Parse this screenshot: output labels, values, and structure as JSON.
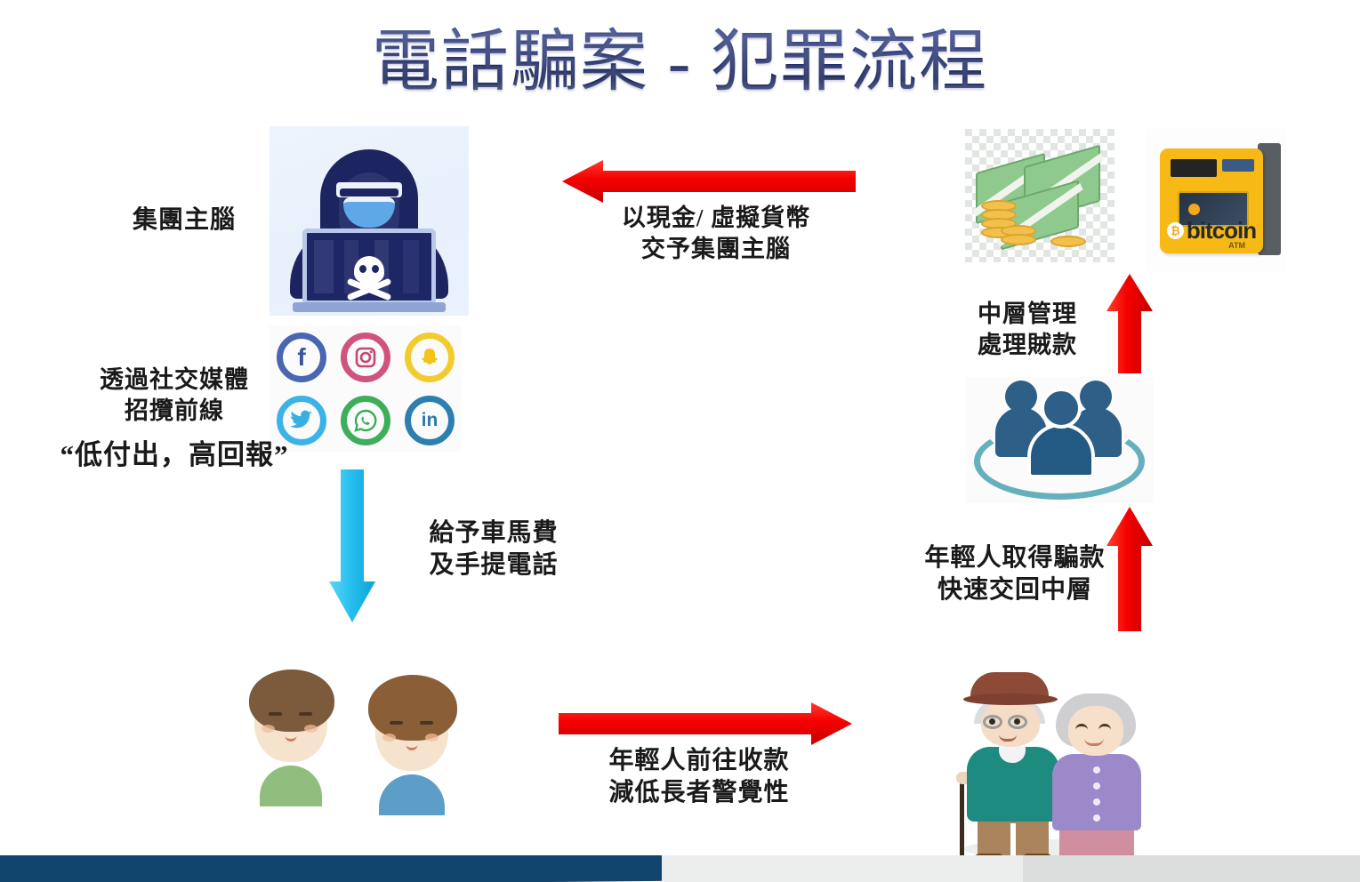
{
  "slide": {
    "title": "電話騙案 - 犯罪流程",
    "title_color": "#1b2a63",
    "background_color": "#ffffff"
  },
  "captions": {
    "mastermind": "集團主腦",
    "recruit_front_line": "透過社交媒體\n招攬前線",
    "slogan": "“低付出，高回報”",
    "cash_to_mastermind": "以現金/ 虛擬貨幣\n交予集團主腦",
    "allowance_and_phone": "給予車馬費\n及手提電話",
    "middle_management": "中層管理\n處理賊款",
    "youth_return_money": "年輕人取得騙款\n快速交回中層",
    "youth_collect_money": "年輕人前往收款\n減低長者警覺性"
  },
  "images": {
    "hacker": {
      "name": "hooded-hacker-with-laptop",
      "background_color": "#eaf2fd",
      "hood_color": "#1c2560",
      "mask_color": "#5fa8e8",
      "laptop_screen_color": "#1d2766",
      "skull_color": "#ffffff"
    },
    "social_media": {
      "name": "social-media-icons",
      "icons": [
        {
          "id": "facebook-icon",
          "glyph": "f",
          "color": "#4a66b0"
        },
        {
          "id": "instagram-icon",
          "glyph": "◙",
          "color": "#d0527e"
        },
        {
          "id": "snapchat-icon",
          "glyph": "👻",
          "color": "#f2cb2e"
        },
        {
          "id": "twitter-icon",
          "glyph": "🐦",
          "color": "#3bb3e8"
        },
        {
          "id": "whatsapp-icon",
          "glyph": "✆",
          "color": "#3fae5c"
        },
        {
          "id": "linkedin-icon",
          "glyph": "in",
          "color": "#2d7fb0"
        }
      ]
    },
    "cash": {
      "name": "cash-and-coins",
      "bill_color": "#8fc98e",
      "coin_color": "#f3c04b"
    },
    "bitcoin_atm": {
      "name": "bitcoin-atm-machine",
      "body_color": "#f6b915",
      "label": "bitcoin",
      "sub_label": "ATM"
    },
    "team": {
      "name": "middle-management-people",
      "person_color": "#2d5f87",
      "ring_color": "#66b0bd"
    },
    "youth": {
      "name": "two-young-people",
      "shirt_colors": [
        "#8fbe7e",
        "#5d9ec9"
      ],
      "hair_colors": [
        "#7c5a3c",
        "#8a5f38"
      ]
    },
    "elderly": {
      "name": "elderly-couple",
      "grandpa_sweater_color": "#1e8b80",
      "grandpa_pants_color": "#a9845d",
      "grandpa_hat_color": "#8d4a36",
      "grandma_cardigan_color": "#9b89c9",
      "grandma_skirt_color": "#d08fa0"
    }
  },
  "arrows": {
    "top_to_mastermind": {
      "name": "arrow-left-red",
      "direction": "left",
      "color": "#f40000"
    },
    "mastermind_to_youth": {
      "name": "arrow-down-blue",
      "direction": "down",
      "color": "#29c0f0"
    },
    "youth_to_elderly": {
      "name": "arrow-right-red",
      "direction": "right",
      "color": "#f40000"
    },
    "elderly_to_team": {
      "name": "arrow-up-red-lower",
      "direction": "up",
      "color": "#f40000"
    },
    "team_to_cash": {
      "name": "arrow-up-red-upper",
      "direction": "up",
      "color": "#f40000"
    }
  },
  "footer": {
    "navy_color": "#12456e",
    "gray_color_1": "#eceded",
    "gray_color_2": "#dcdddd"
  }
}
